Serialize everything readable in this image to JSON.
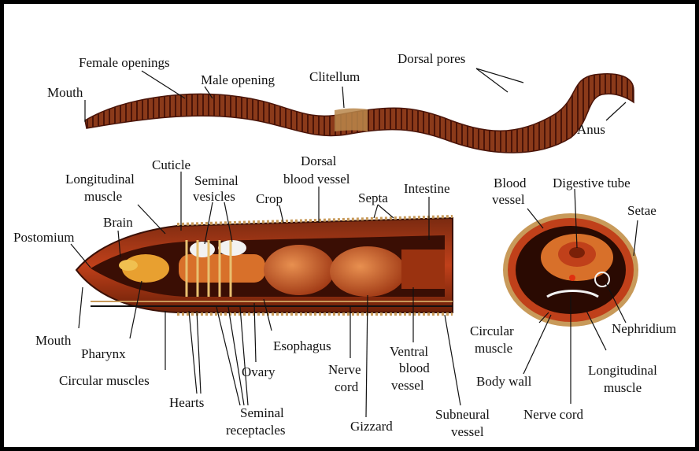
{
  "labels": {
    "female_openings": "Female openings",
    "male_opening": "Male opening",
    "mouth_top": "Mouth",
    "clitellum": "Clitellum",
    "dorsal_pores": "Dorsal pores",
    "anus": "Anus",
    "cuticle": "Cuticle",
    "longitudinal_muscle_1": "Longitudinal",
    "longitudinal_muscle_2": "muscle",
    "seminal_vesicles_1": "Seminal",
    "seminal_vesicles_2": "vesicles",
    "dorsal_blood_vessel_1": "Dorsal",
    "dorsal_blood_vessel_2": "blood vessel",
    "crop": "Crop",
    "septa": "Septa",
    "intestine": "Intestine",
    "brain": "Brain",
    "postomium": "Postomium",
    "mouth_bottom": "Mouth",
    "pharynx": "Pharynx",
    "circular_muscles": "Circular muscles",
    "hearts": "Hearts",
    "ovary": "Ovary",
    "esophagus": "Esophagus",
    "seminal_receptacles_1": "Seminal",
    "seminal_receptacles_2": "receptacles",
    "nerve_cord_1": "Nerve",
    "nerve_cord_2": "cord",
    "gizzard": "Gizzard",
    "ventral_blood_vessel_1": "Ventral",
    "ventral_blood_vessel_2": "blood",
    "ventral_blood_vessel_3": "vessel",
    "subneural_vessel_1": "Subneural",
    "subneural_vessel_2": "vessel",
    "blood_vessel_1": "Blood",
    "blood_vessel_2": "vessel",
    "digestive_tube": "Digestive tube",
    "setae": "Setae",
    "circular_muscle_1": "Circular",
    "circular_muscle_2": "muscle",
    "nephridium": "Nephridium",
    "body_wall": "Body wall",
    "longitudinal_muscle_cs_1": "Longitudinal",
    "longitudinal_muscle_cs_2": "muscle",
    "nerve_cord_cs": "Nerve cord"
  },
  "colors": {
    "worm_skin": "#8b3a1a",
    "worm_dark": "#4a1408",
    "clitellum": "#b8864a",
    "inner_red": "#c0401a",
    "organ_orange": "#d8702a",
    "body_wall_tan": "#c89a5a"
  }
}
